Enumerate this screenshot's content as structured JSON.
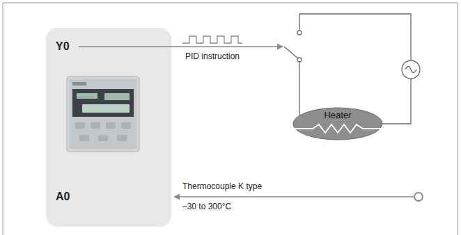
{
  "diagram": {
    "nodes": [
      {
        "text": [
          "Heater"
        ]
      }
    ],
    "labels": [
      "Y0",
      "PID instruction",
      "A0",
      "Thermocouple K type",
      "–30 to 300°C"
    ]
  }
}
